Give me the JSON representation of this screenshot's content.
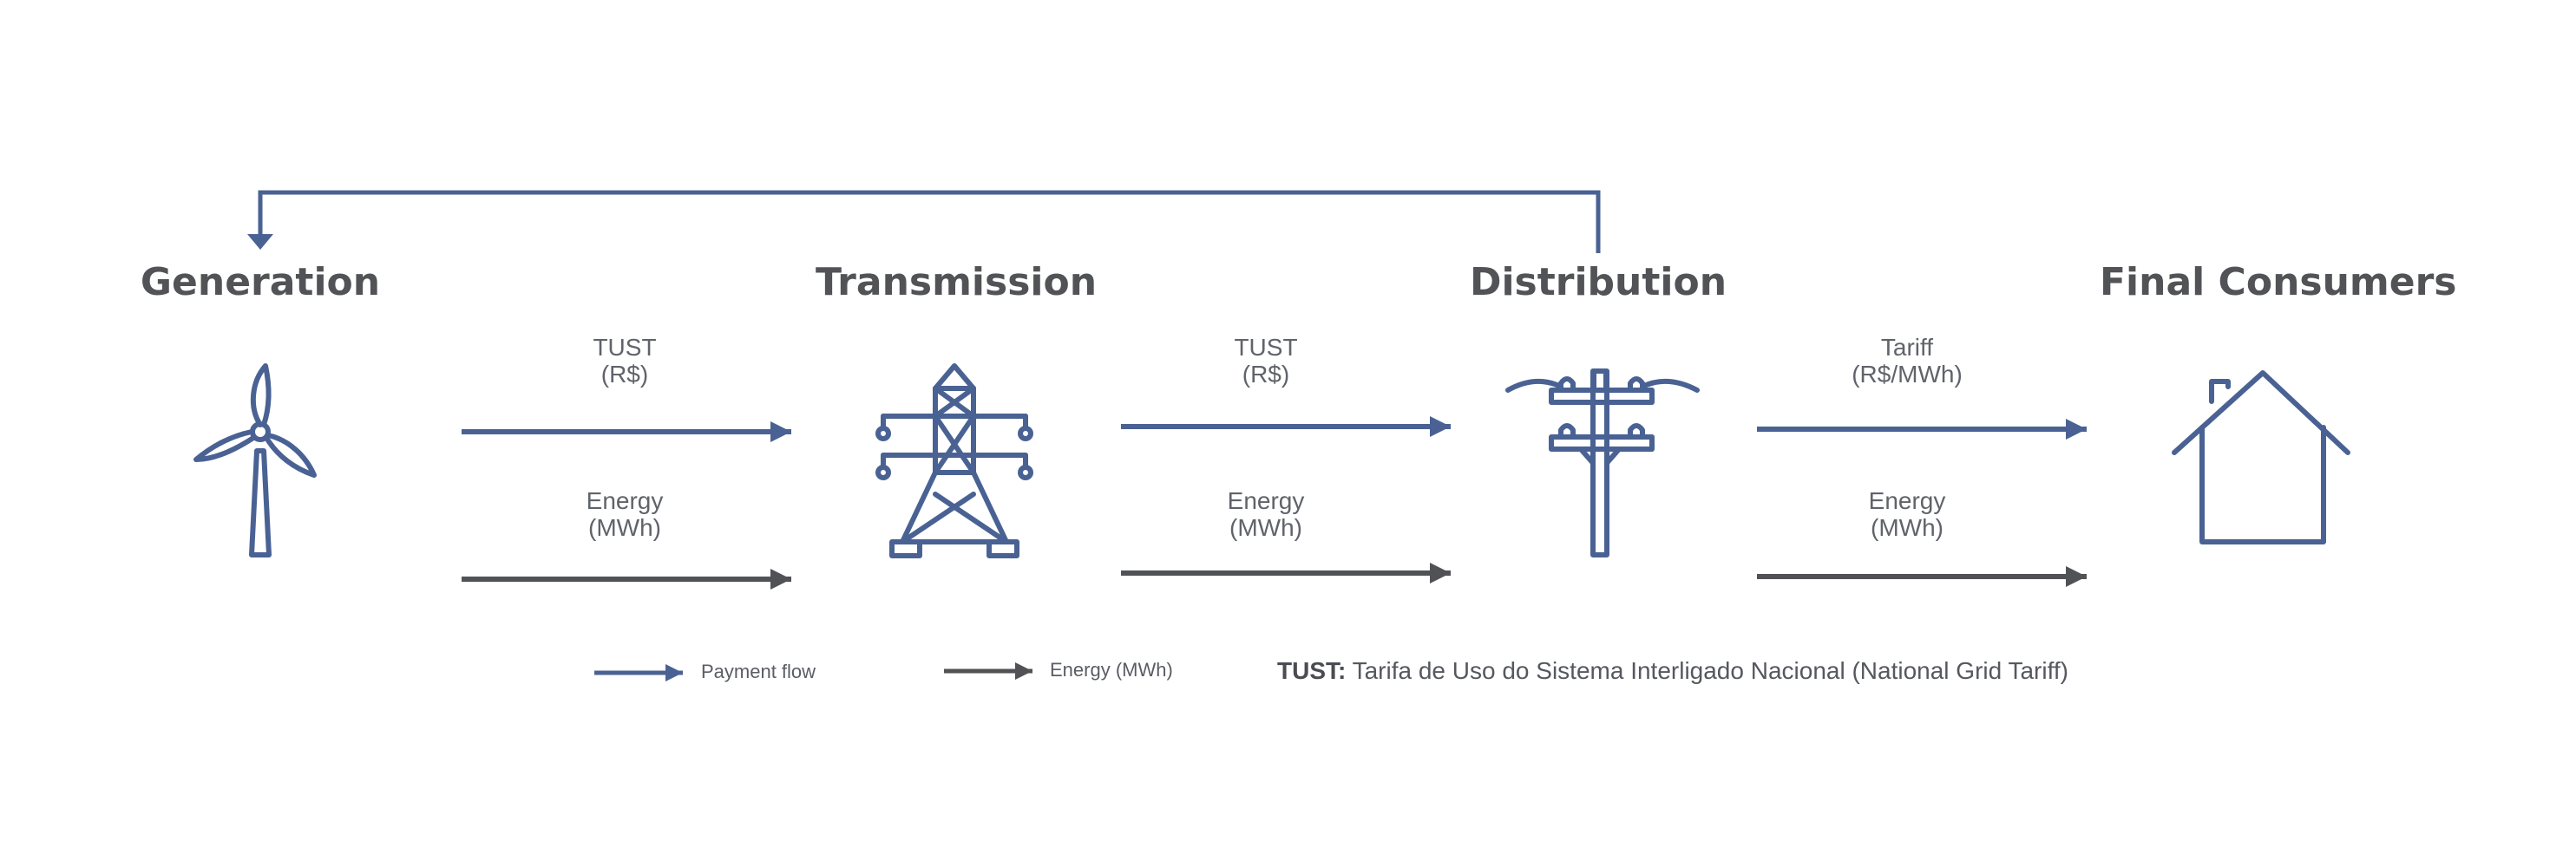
{
  "colors": {
    "payment": "#4a6293",
    "energy": "#505256",
    "title": "#515356",
    "label": "#60636a"
  },
  "stages": {
    "generation": {
      "title": "Generation",
      "icon": "wind-turbine-icon"
    },
    "transmission": {
      "title": "Transmission",
      "icon": "transmission-tower-icon"
    },
    "distribution": {
      "title": "Distribution",
      "icon": "utility-pole-icon"
    },
    "consumers": {
      "title": "Final Consumers",
      "icon": "house-icon"
    }
  },
  "flows": {
    "gen_trans": {
      "payment_line1": "TUST",
      "payment_line2": "(R$)",
      "energy_line1": "Energy",
      "energy_line2": "(MWh)"
    },
    "trans_dist": {
      "payment_line1": "TUST",
      "payment_line2": "(R$)",
      "energy_line1": "Energy",
      "energy_line2": "(MWh)"
    },
    "dist_cons": {
      "payment_line1": "Tariff",
      "payment_line2": "(R$/MWh)",
      "energy_line1": "Energy",
      "energy_line2": "(MWh)"
    }
  },
  "legend": {
    "payment": "Payment flow",
    "energy": "Energy (MWh)"
  },
  "note": {
    "term": "TUST:",
    "definition": " Tarifa de Uso do Sistema Interligado Nacional (National Grid Tariff)"
  }
}
